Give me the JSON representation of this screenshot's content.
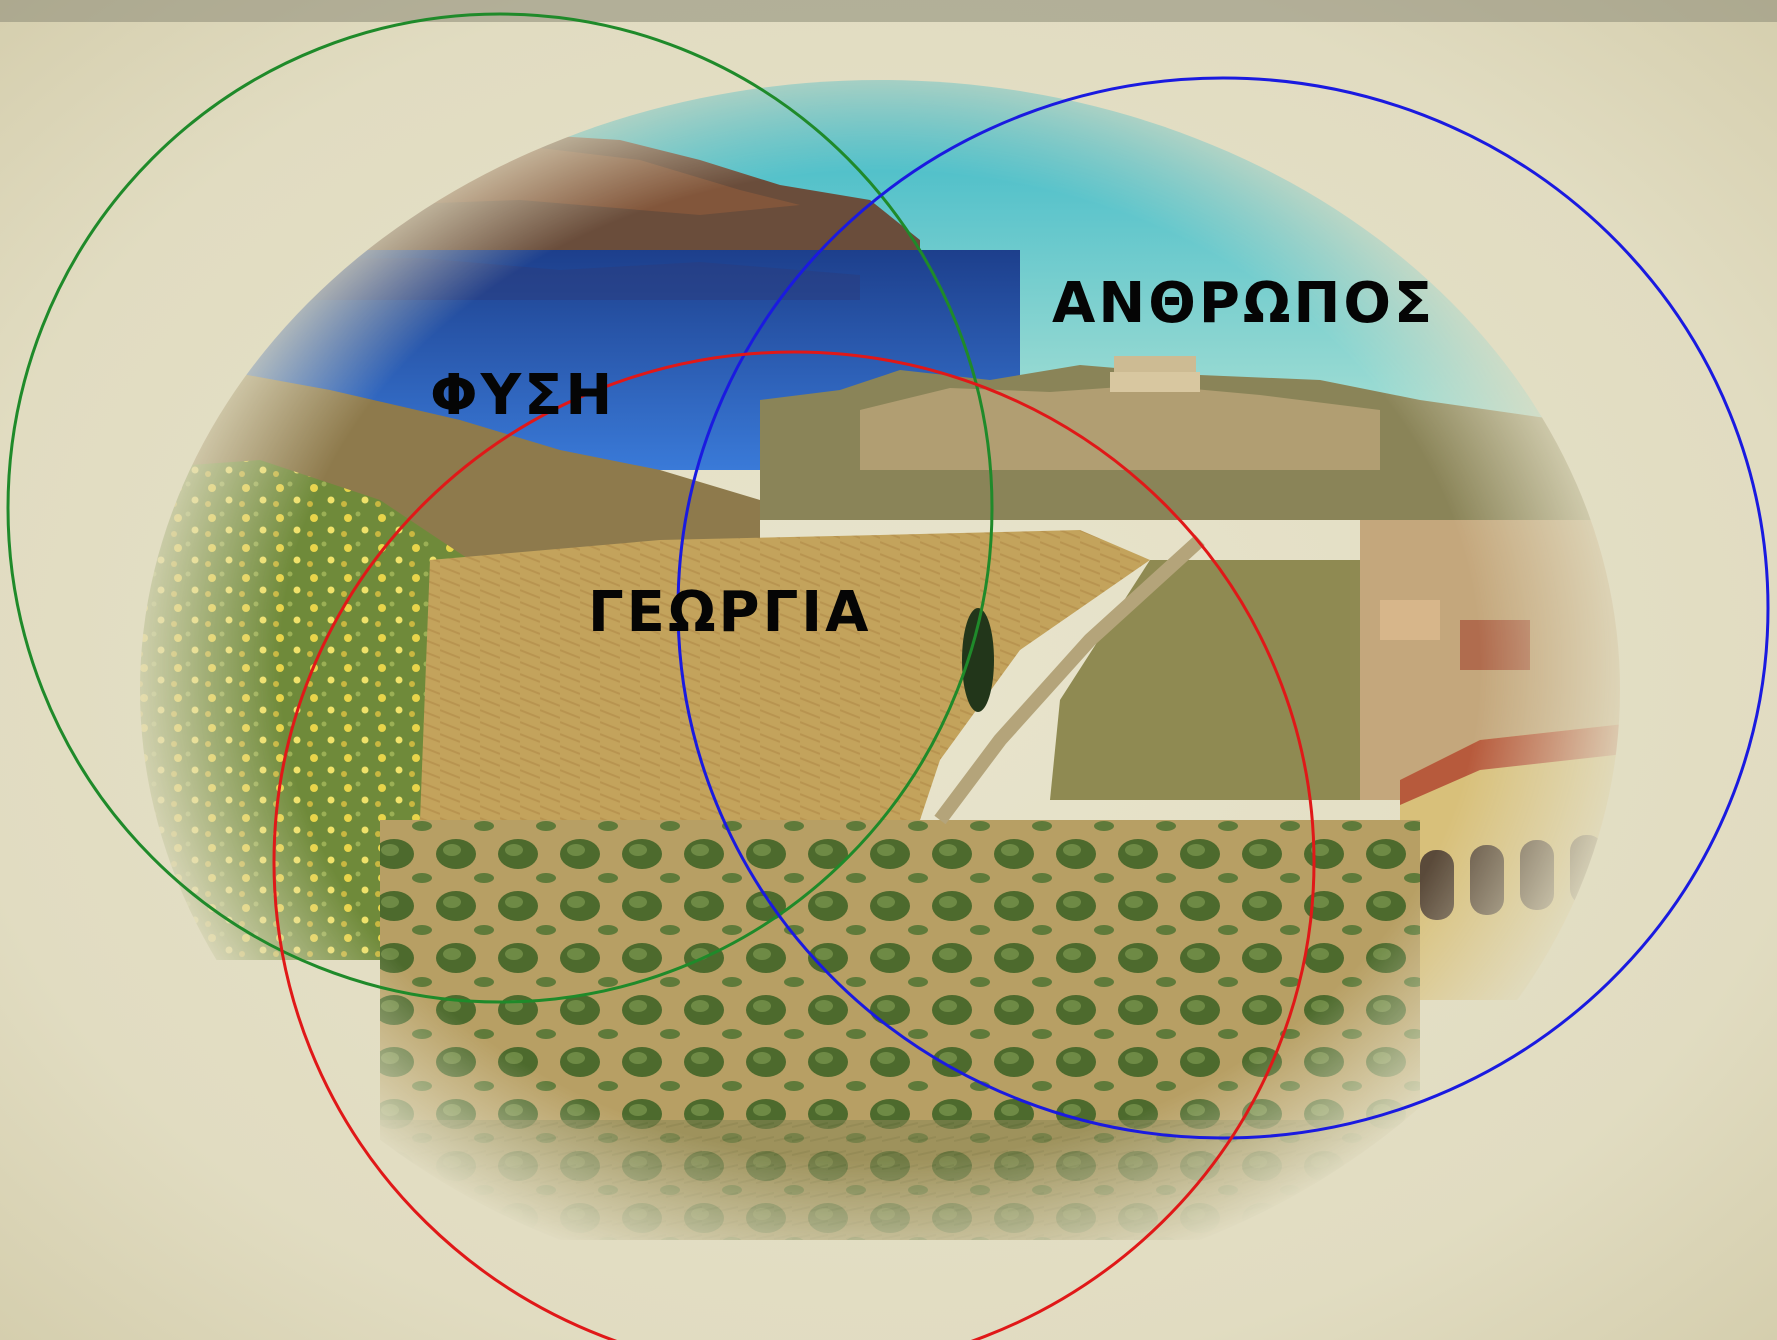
{
  "diagram": {
    "circles": [
      {
        "id": "nature",
        "label": "ΦΥΣΗ",
        "color": "#1f8a2a"
      },
      {
        "id": "human",
        "label": "ΑΝΘΡΩΠΟΣ",
        "color": "#1a1ae0"
      },
      {
        "id": "agriculture",
        "label": "ΓΕΩΡΓΙΑ",
        "color": "#e01818"
      }
    ]
  },
  "colors": {
    "background": "#e4dfc6",
    "sky": "#5fc6cc",
    "lake": "#2f68c8",
    "mountain": "#6b4a3a",
    "field": "#c8a860",
    "olive": "#4c6a2c"
  }
}
